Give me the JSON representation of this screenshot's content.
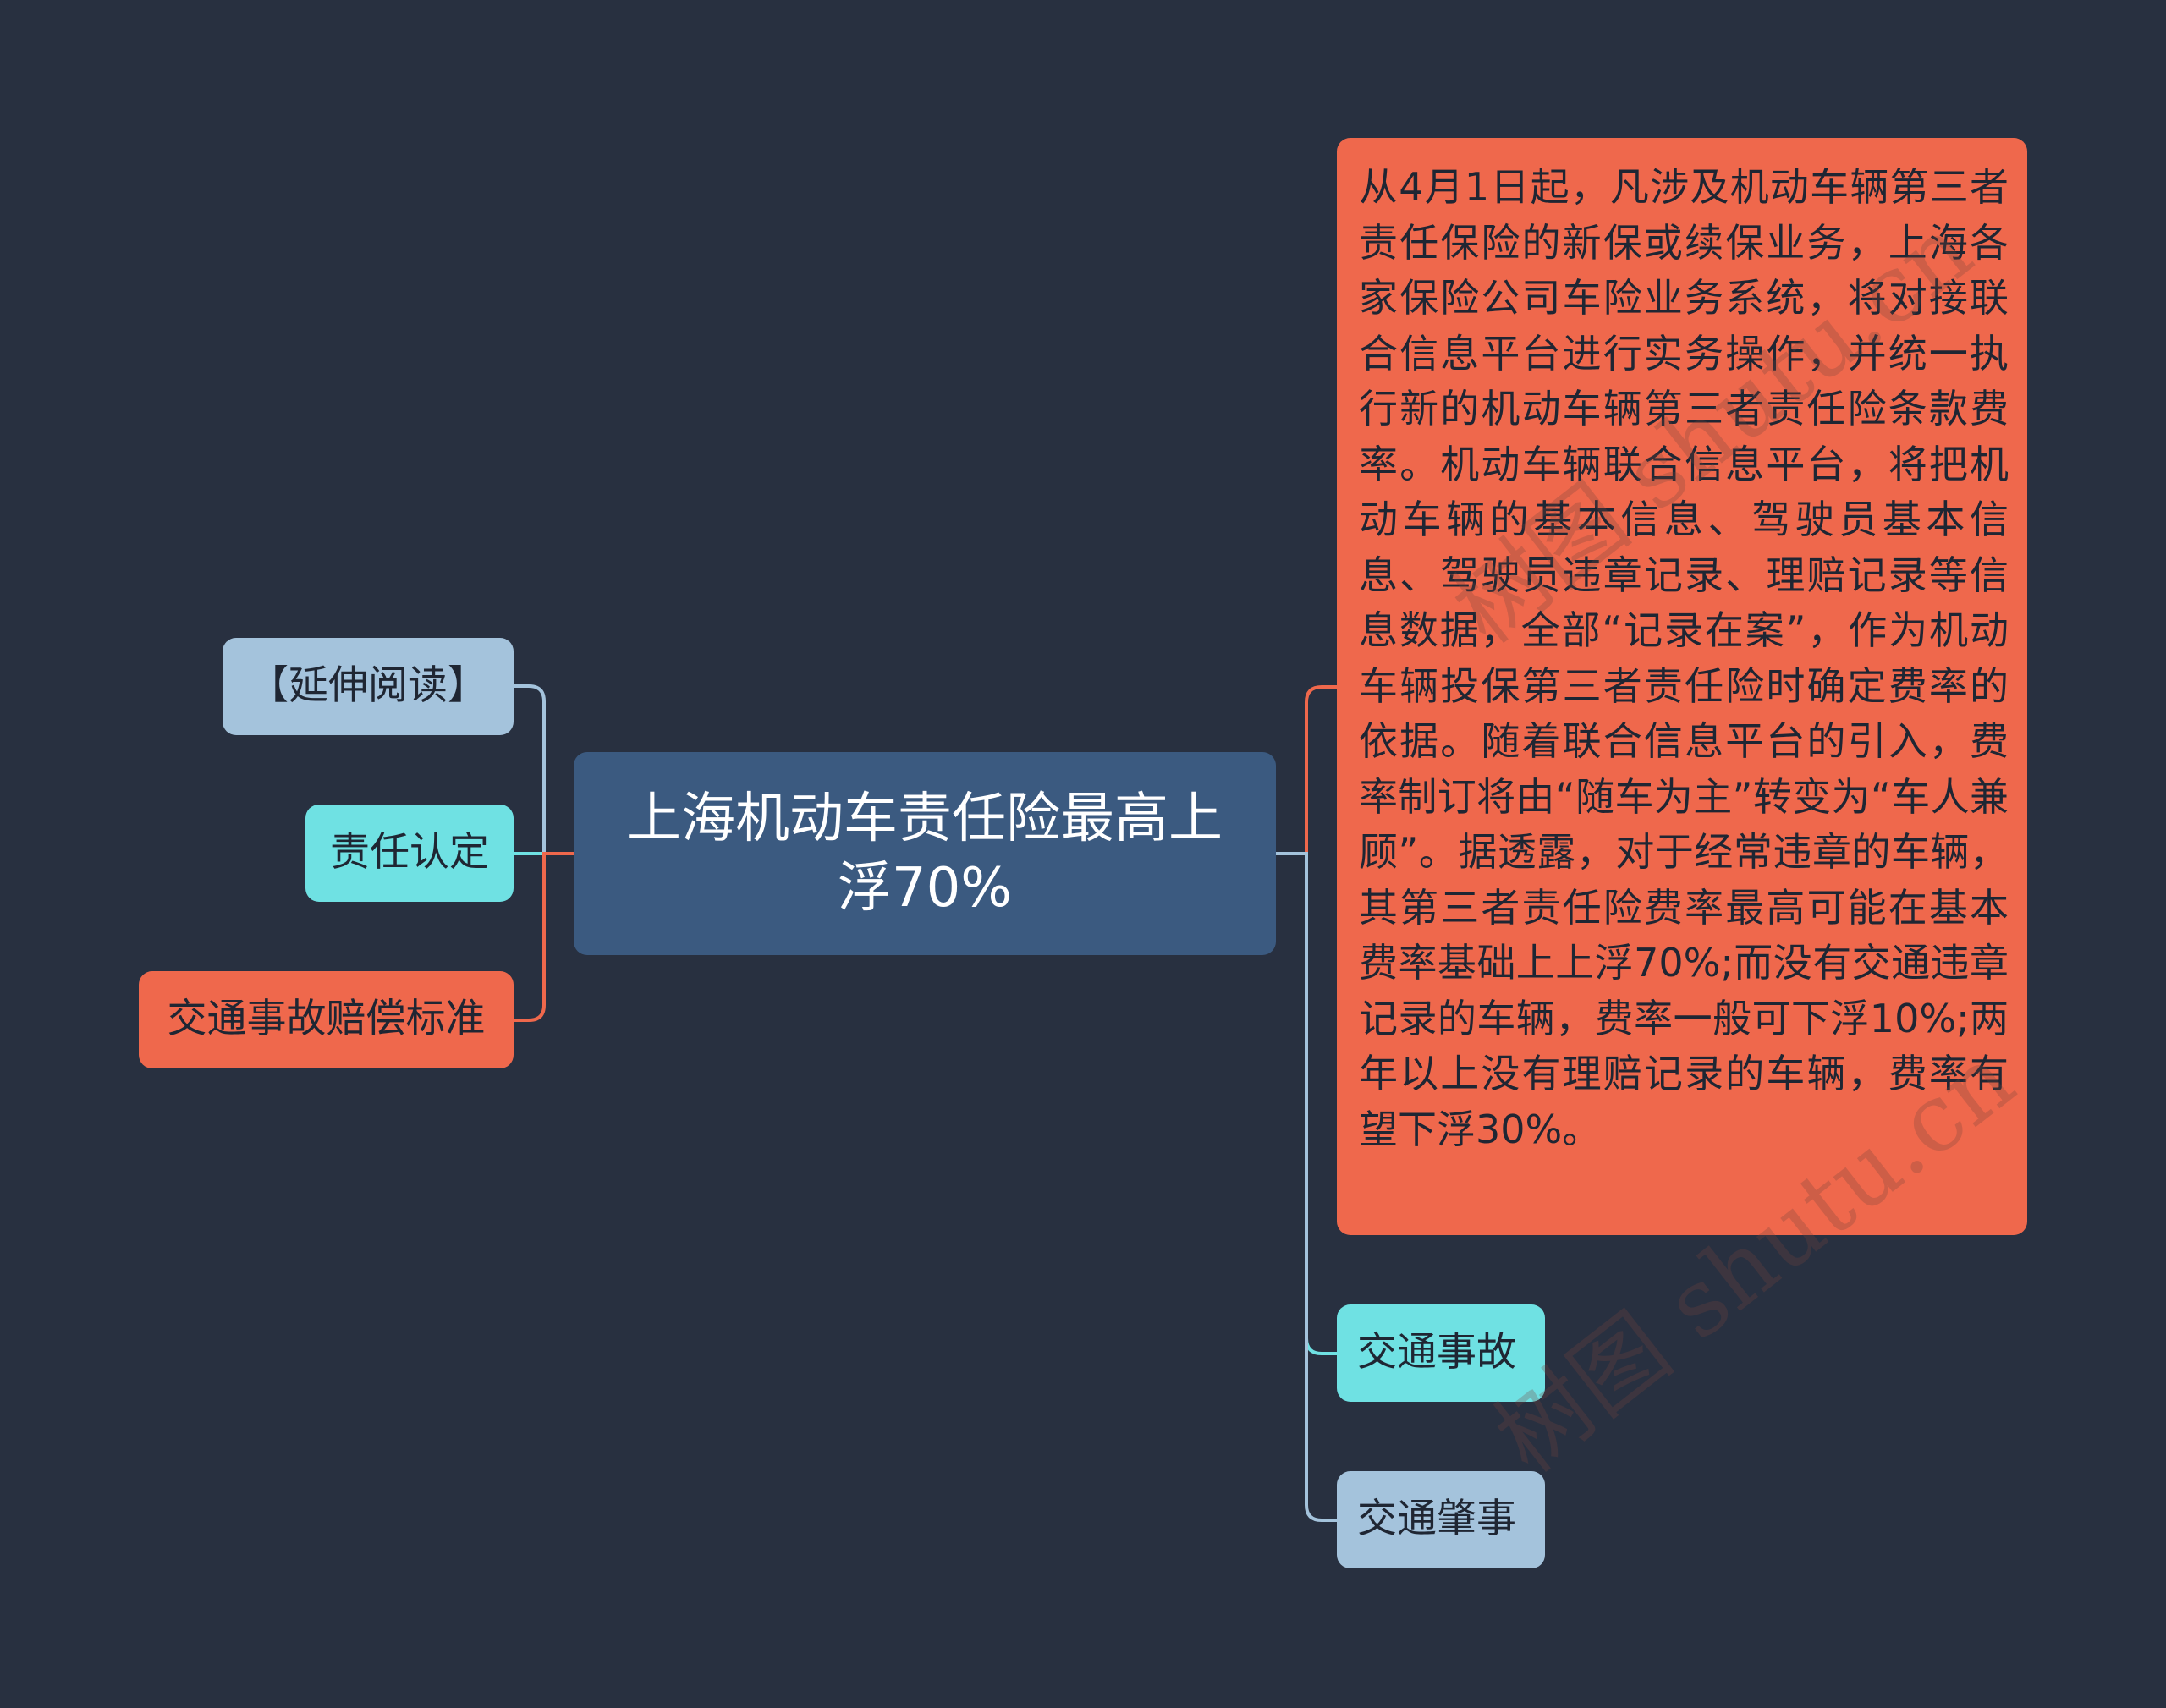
{
  "central": {
    "label": "上海机动车责任险最高上浮70%"
  },
  "left_nodes": [
    {
      "label": "【延伸阅读】",
      "color": "#a4c3dc"
    },
    {
      "label": "责任认定",
      "color": "#6fe1e3"
    },
    {
      "label": "交通事故赔偿标准",
      "color": "#ef684c"
    }
  ],
  "right_nodes": [
    {
      "label": "从4月1日起，凡涉及机动车辆第三者责任保险的新保或续保业务，上海各家保险公司车险业务系统，将对接联合信息平台进行实务操作，并统一执行新的机动车辆第三者责任险条款费率。机动车辆联合信息平台，将把机动车辆的基本信息、驾驶员基本信息、驾驶员违章记录、理赔记录等信息数据，全部“记录在案”，作为机动车辆投保第三者责任险时确定费率的依据。随着联合信息平台的引入，费率制订将由“随车为主”转变为“车人兼顾”。据透露，对于经常违章的车辆，其第三者责任险费率最高可能在基本费率基础上上浮70%;而没有交通违章记录的车辆，费率一般可下浮10%;两年以上没有理赔记录的车辆，费率有望下浮30%。",
      "color": "#ef684c"
    },
    {
      "label": "交通事故",
      "color": "#6fe1e3"
    },
    {
      "label": "交通肇事",
      "color": "#a4c3dc"
    }
  ],
  "watermark": {
    "text_1": "树图 shutu.cn",
    "text_2": "树图 shutu.cn"
  },
  "colors": {
    "background": "#283040",
    "central_fill": "#3b5a80",
    "line_blue": "#a4c3dc",
    "line_cyan": "#6fe1e3",
    "line_orange": "#ef684c"
  }
}
